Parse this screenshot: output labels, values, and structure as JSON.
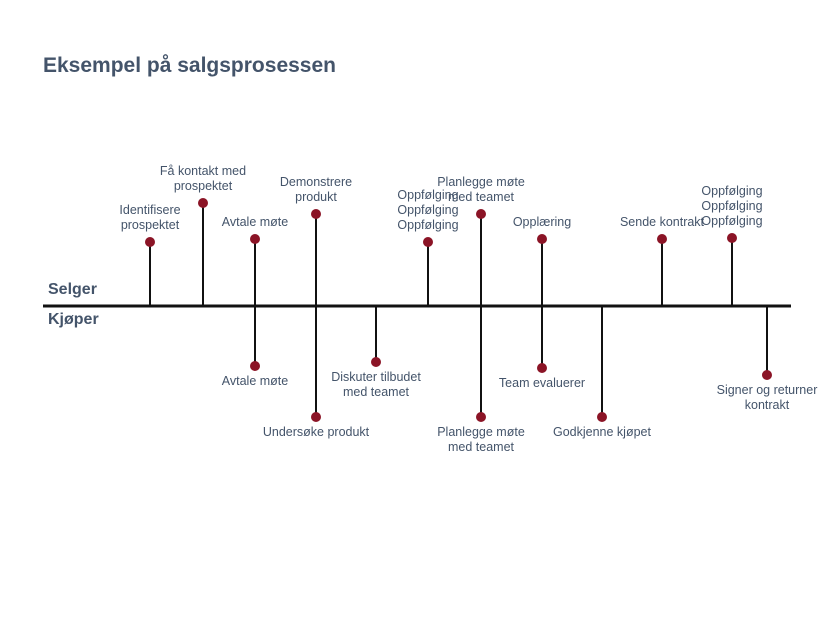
{
  "title": "Eksempel på salgsprosessen",
  "labels": {
    "seller": "Selger",
    "buyer": "Kjøper"
  },
  "colors": {
    "text": "#44546a",
    "marker": "#8b1426",
    "line": "#111111"
  },
  "events": [
    {
      "side": "seller",
      "text": "Identifisere\nprospektet"
    },
    {
      "side": "seller",
      "text": "Få kontakt med\nprospektet"
    },
    {
      "side": "seller",
      "text": "Avtale møte"
    },
    {
      "side": "buyer",
      "text": "Avtale møte"
    },
    {
      "side": "seller",
      "text": "Demonstrere\nprodukt"
    },
    {
      "side": "buyer",
      "text": "Undersøke produkt"
    },
    {
      "side": "buyer",
      "text": "Diskuter tilbudet\nmed teamet"
    },
    {
      "side": "seller",
      "text": "Oppfølging\nOppfølging\nOppfølging"
    },
    {
      "side": "seller",
      "text": "Planlegge møte\nmed teamet"
    },
    {
      "side": "buyer",
      "text": "Planlegge møte\nmed teamet"
    },
    {
      "side": "seller",
      "text": "Opplæring"
    },
    {
      "side": "buyer",
      "text": "Team evaluerer"
    },
    {
      "side": "buyer",
      "text": "Godkjenne kjøpet"
    },
    {
      "side": "seller",
      "text": "Sende kontrakt"
    },
    {
      "side": "seller",
      "text": "Oppfølging\nOppfølging\nOppfølging"
    },
    {
      "side": "buyer",
      "text": "Signer og returner\nkontrakt"
    }
  ]
}
